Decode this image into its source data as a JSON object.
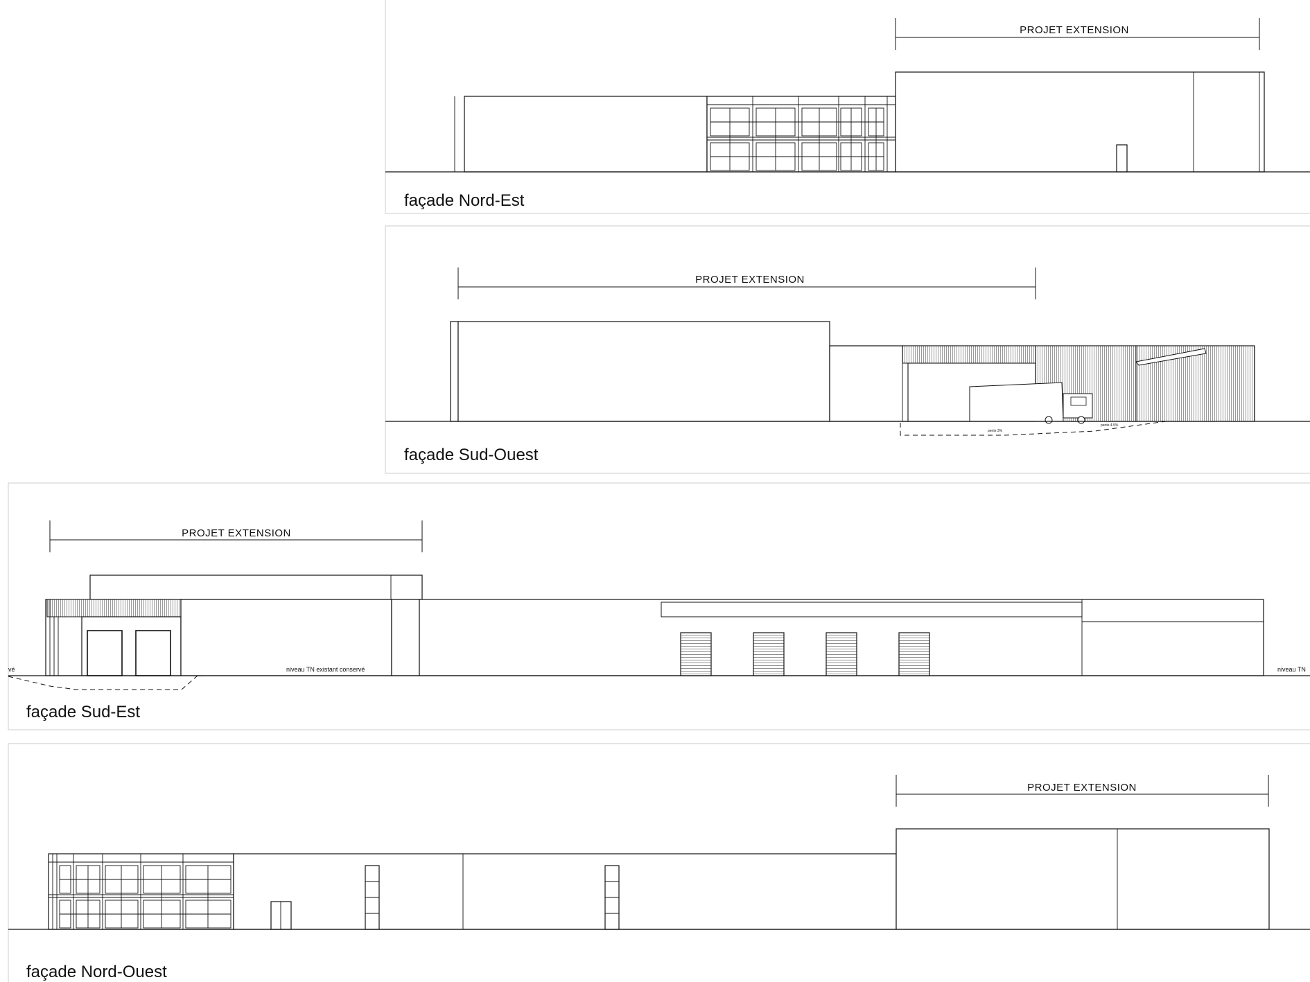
{
  "facades": {
    "nord_est": {
      "label": "façade Nord-Est",
      "extension": "PROJET  EXTENSION"
    },
    "sud_ouest": {
      "label": "façade Sud-Ouest",
      "extension": "PROJET  EXTENSION",
      "slope_small": "pente 3%",
      "slope_right": "pente 4.5%"
    },
    "sud_est": {
      "label": "façade Sud-Est",
      "extension": "PROJET  EXTENSION",
      "tn_note": "niveau TN existant conservé",
      "left_cut": "vé",
      "right_cut": "niveau TN"
    },
    "nord_ouest": {
      "label": "façade Nord-Ouest",
      "extension": "PROJET  EXTENSION"
    }
  }
}
